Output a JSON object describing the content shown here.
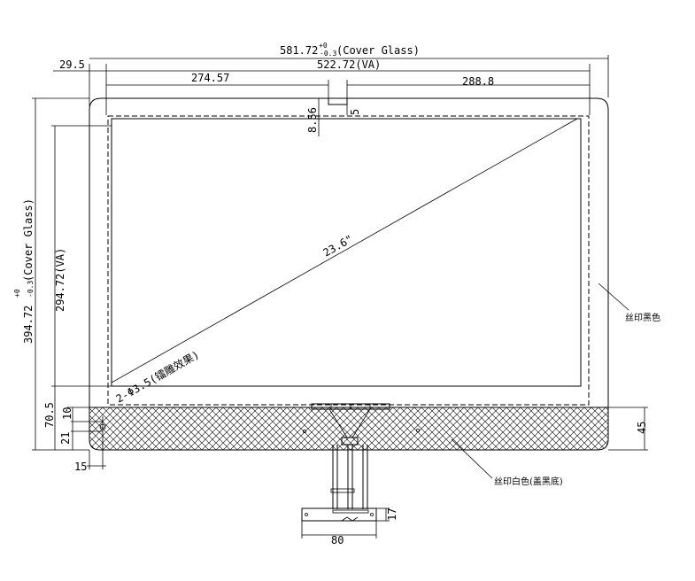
{
  "dimensions": {
    "cover_glass_width": "581.72",
    "cover_glass_width_tol_upper": "+0",
    "cover_glass_width_tol_lower": "-0.3",
    "cover_glass_width_suffix": "(Cover Glass)",
    "left_margin": "29.5",
    "va_width": "522.72(VA)",
    "left_to_slot": "274.57",
    "slot_to_right": "288.8",
    "slot_depth": "8.56",
    "slot_width": "5",
    "cover_glass_height": "394.72",
    "cover_glass_height_tol_upper": "+0",
    "cover_glass_height_tol_lower": "-0.3",
    "cover_glass_height_suffix": "(Cover Glass)",
    "va_height": "294.72(VA)",
    "diagonal": "23.6\"",
    "holes": "2-Φ3.5(镭雕效果)",
    "bottom_height_left": "70.5",
    "hole_offset_top": "10",
    "hole_offset_bottom": "21",
    "hole_offset_side": "15",
    "bottom_band_height": "45",
    "fpc_tail_width": "80",
    "fpc_tail_height": "17"
  },
  "notes": {
    "black_print": "丝印黑色",
    "white_print": "丝印白色(盖黑底)"
  }
}
